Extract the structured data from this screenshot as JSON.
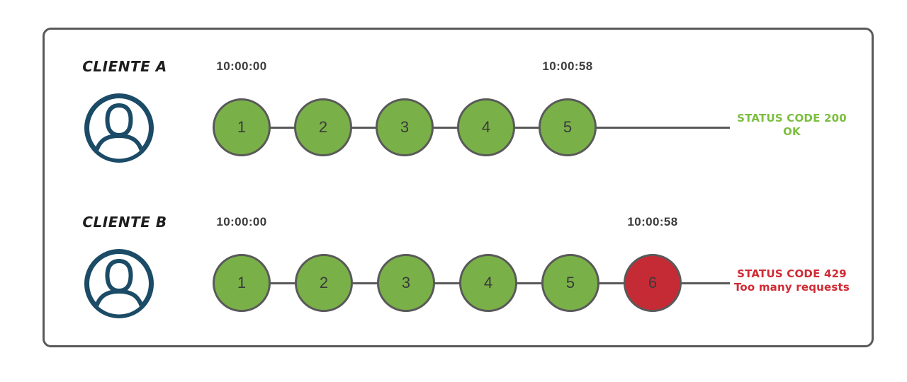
{
  "rows": [
    {
      "client_label": "CLIENTE A",
      "start_time": "10:00:00",
      "end_time": "10:00:58",
      "requests": [
        {
          "label": "1",
          "state": "ok"
        },
        {
          "label": "2",
          "state": "ok"
        },
        {
          "label": "3",
          "state": "ok"
        },
        {
          "label": "4",
          "state": "ok"
        },
        {
          "label": "5",
          "state": "ok"
        }
      ],
      "status": {
        "line1": "STATUS CODE 200",
        "line2": "OK",
        "color": "#7CBE3F"
      }
    },
    {
      "client_label": "CLIENTE B",
      "start_time": "10:00:00",
      "end_time": "10:00:58",
      "requests": [
        {
          "label": "1",
          "state": "ok"
        },
        {
          "label": "2",
          "state": "ok"
        },
        {
          "label": "3",
          "state": "ok"
        },
        {
          "label": "4",
          "state": "ok"
        },
        {
          "label": "5",
          "state": "ok"
        },
        {
          "label": "6",
          "state": "blocked"
        }
      ],
      "status": {
        "line1": "STATUS CODE 429",
        "line2": "Too many requests",
        "color": "#D02B35"
      }
    }
  ],
  "icons": {
    "avatar": "user-avatar-icon"
  },
  "colors": {
    "ok_fill": "#79B148",
    "blocked_fill": "#C52B35",
    "circle_border": "#595959",
    "connector_line": "#595959",
    "frame_border": "#595959",
    "avatar": "#1B4B66",
    "timestamp_text": "#3C3C3C",
    "label_text": "#1D1D1D",
    "status_ok_text": "#7CBE3F",
    "status_blocked_text": "#D02B35"
  }
}
